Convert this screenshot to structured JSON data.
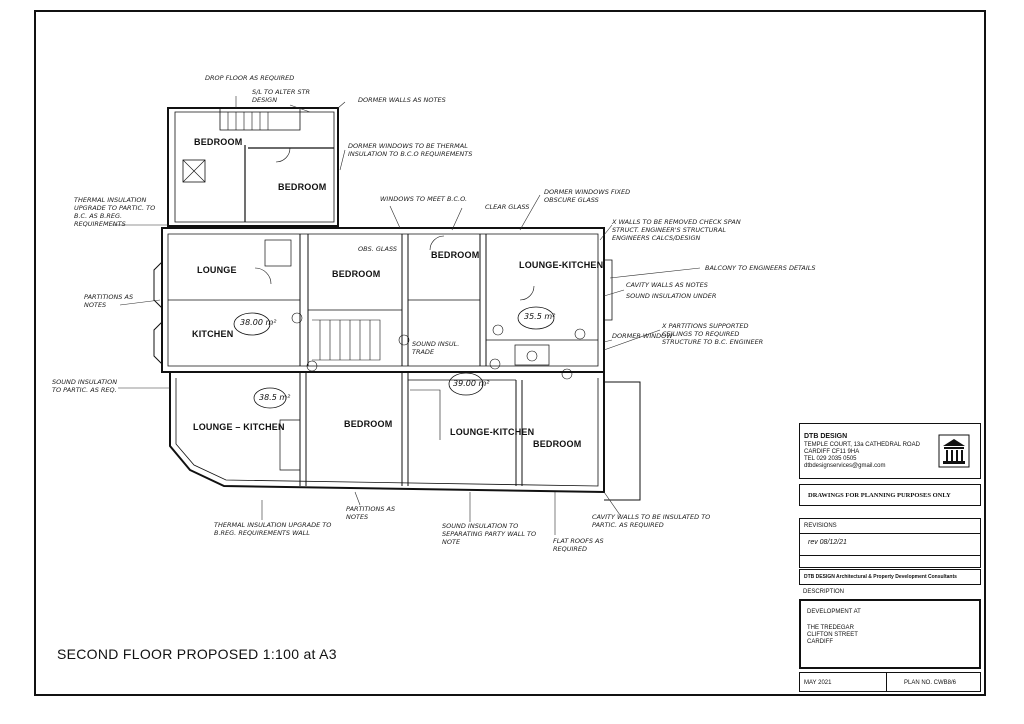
{
  "sheet": {
    "title": "SECOND FLOOR PROPOSED 1:100 at A3"
  },
  "rooms": [
    {
      "id": "bedroom-top-left",
      "label": "BEDROOM"
    },
    {
      "id": "bedroom-top-right",
      "label": "BEDROOM"
    },
    {
      "id": "lounge-left",
      "label": "LOUNGE"
    },
    {
      "id": "kitchen-left",
      "label": "KITCHEN"
    },
    {
      "id": "bedroom-centre",
      "label": "BEDROOM"
    },
    {
      "id": "bedroom-centre-right",
      "label": "BEDROOM"
    },
    {
      "id": "lounge-kitchen-right",
      "label": "LOUNGE-KITCHEN"
    },
    {
      "id": "lounge-kitchen-lower-left",
      "label": "LOUNGE – KITCHEN"
    },
    {
      "id": "bedroom-lower-centre",
      "label": "BEDROOM"
    },
    {
      "id": "lounge-kitchen-lower-right",
      "label": "LOUNGE-KITCHEN"
    },
    {
      "id": "bedroom-lower-right",
      "label": "BEDROOM"
    }
  ],
  "areas": [
    "38.00 m²",
    "35.5 m²",
    "38.5 m²",
    "39.00 m²"
  ],
  "handwritten_notes": [
    "DROP FLOOR AS REQUIRED",
    "S/L TO ALTER STR DESIGN",
    "DORMER WALLS AS NOTES",
    "THERMAL INSULATION UPGRADE TO PARTIC. TO B.C. AS B.REG. REQUIREMENTS",
    "PARTITIONS AS NOTES",
    "SOUND INSULATION TO PARTIC. AS REQ.",
    "DORMER WINDOWS TO BE THERMAL INSULATION TO B.C.O REQUIREMENTS",
    "WINDOWS TO MEET B.C.O.",
    "OBS. GLASS",
    "CLEAR GLASS",
    "DORMER WINDOWS FIXED OBSCURE GLASS",
    "X WALLS TO BE REMOVED CHECK SPAN STRUCT. ENGINEER'S STRUCTURAL ENGINEERS CALCS/DESIGN",
    "BALCONY TO ENGINEERS DETAILS",
    "CAVITY WALLS AS NOTES",
    "SOUND INSULATION UNDER",
    "DORMER WINDOW",
    "X PARTITIONS SUPPORTED CEILINGS TO REQUIRED STRUCTURE TO B.C. ENGINEER",
    "SOUND INSUL. TRADE",
    "THERMAL INSULATION UPGRADE TO B.REG. REQUIREMENTS WALL",
    "PARTITIONS AS NOTES",
    "SOUND INSULATION TO SEPARATING PARTY WALL TO NOTE",
    "CAVITY WALLS TO BE INSULATED TO PARTIC. AS REQUIRED",
    "FLAT ROOFS AS REQUIRED"
  ],
  "title_block": {
    "company": "DTB DESIGN",
    "address_lines": [
      "TEMPLE COURT, 13a CATHEDRAL ROAD",
      "CARDIFF CF11 9HA",
      "TEL 029 2035 0505",
      "dtbdesignservices@gmail.com"
    ],
    "purpose": "DRAWINGS FOR PLANNING PURPOSES ONLY",
    "revisions_label": "REVISIONS",
    "revision_entry": "rev 08/12/21",
    "consultants": "DTB DESIGN Architectural & Property Development Consultants",
    "description_label": "DESCRIPTION",
    "description_lines": [
      "DEVELOPMENT AT",
      "THE TREDEGAR",
      "CLIFTON STREET",
      "CARDIFF"
    ],
    "date": "MAY 2021",
    "plan_no": "PLAN NO. CWB8/6"
  },
  "colors": {
    "ink": "#111111",
    "paper": "#ffffff",
    "pencil": "#2b2b2b"
  }
}
